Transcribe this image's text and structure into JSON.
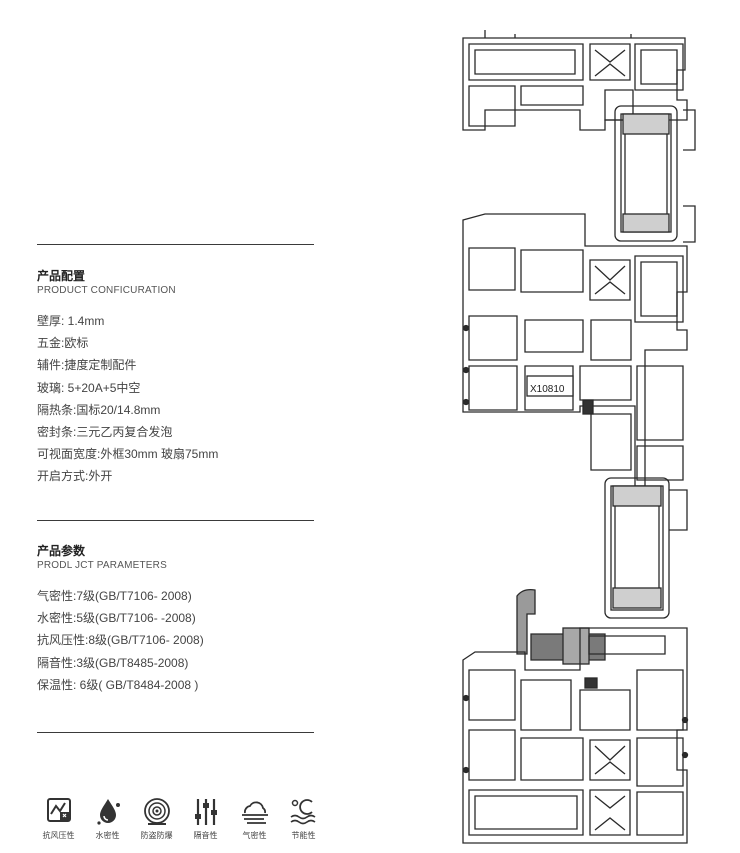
{
  "config": {
    "title": "产品配置",
    "subtitle": "PRODUCT CONFICURATION",
    "items": [
      "壁厚: 1.4mm",
      "五金:欧标",
      "辅件:捷度定制配件",
      "玻璃: 5+20A+5中空",
      "隔热条:国标20/14.8mm",
      "密封条:三元乙丙复合发泡",
      "可视面宽度:外框30mm 玻扇75mm",
      "开启方式:外开"
    ]
  },
  "params": {
    "title": "产品参数",
    "subtitle": "PRODL JCT PARAMETERS",
    "items": [
      "气密性:7级(GB/T7106- 2008)",
      "水密性:5级(GB/T7106- -2008)",
      "抗风压性:8级(GB/T7106- 2008)",
      "隔音性:3级(GB/T8485-2008)",
      "保温性: 6级( GB/T8484-2008 )"
    ]
  },
  "features": [
    {
      "label": "抗风压性",
      "icon": "wind-pressure-icon"
    },
    {
      "label": "水密性",
      "icon": "water-drop-icon"
    },
    {
      "label": "防盗防爆",
      "icon": "anti-theft-icon"
    },
    {
      "label": "隔音性",
      "icon": "sound-insulation-icon"
    },
    {
      "label": "气密性",
      "icon": "air-tight-icon"
    },
    {
      "label": "节能性",
      "icon": "energy-saving-icon"
    }
  ],
  "drawing": {
    "profile_code": "X10810"
  }
}
